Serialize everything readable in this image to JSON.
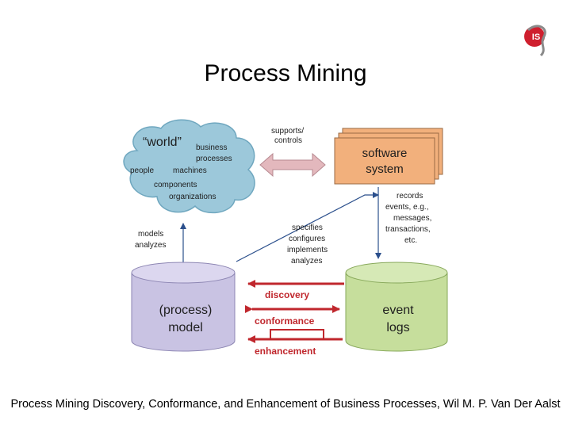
{
  "slide": {
    "title": "Process Mining",
    "footer": "Process Mining Discovery, Conformance, and Enhancement of Business Processes, Wil M. P. Van Der Aalst"
  },
  "diagram": {
    "world": {
      "title": "“world”",
      "business": "business",
      "processes": "processes",
      "people": "people",
      "machines": "machines",
      "components": "components",
      "organizations": "organizations"
    },
    "supports": [
      "supports/",
      "controls"
    ],
    "software": [
      "software",
      "system"
    ],
    "records": [
      "records",
      "events, e.g.,",
      "messages,",
      "transactions,",
      "etc."
    ],
    "models": [
      "models",
      "analyzes"
    ],
    "specifies": [
      "specifies",
      "configures",
      "implements",
      "analyzes"
    ],
    "process_model": [
      "(process)",
      "model"
    ],
    "event_logs": [
      "event",
      "logs"
    ],
    "arrows": {
      "discovery": "discovery",
      "conformance": "conformance",
      "enhancement": "enhancement"
    }
  },
  "colors": {
    "cloud": "#9cc8da",
    "software": "#f2b07c",
    "model_db": "#c9c3e3",
    "logs_db": "#c6de9c",
    "red_arrow": "#c0272d",
    "blue_arrow": "#2b4f8c",
    "double_arrow": "#e3b8bd"
  },
  "logo": {
    "text": "IS"
  }
}
